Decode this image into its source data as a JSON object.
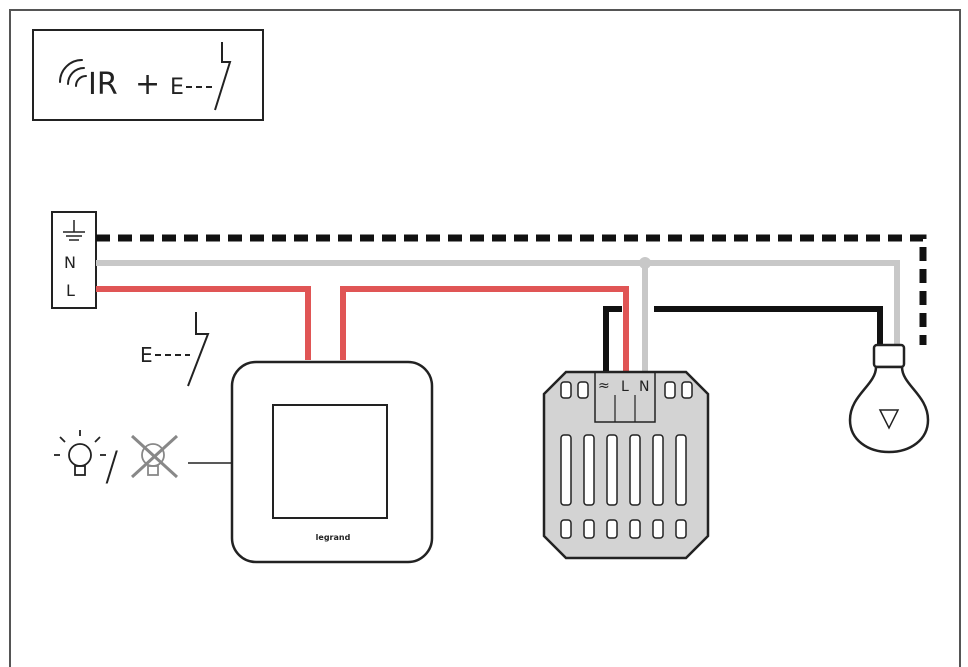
{
  "legend_box": {
    "ir_label": "IR",
    "plus_sign": "+",
    "push_button_label": "E"
  },
  "terminal_block": {
    "earth_symbol": "earth-icon",
    "neutral_label": "N",
    "live_label": "L"
  },
  "push_button": {
    "label": "E"
  },
  "switch_plate": {
    "brand": "legrand"
  },
  "micromodule": {
    "load_symbol": "≈",
    "live_label": "L",
    "neutral_label": "N"
  },
  "lamp_states": {
    "on_icon": "bulb-on-icon",
    "off_icon": "bulb-off-icon",
    "separator": "/"
  },
  "wire_colors": {
    "live": "#e05555",
    "neutral": "#c8c8c8",
    "earth": "#111111",
    "switched": "#111111",
    "device_fill": "#d3d3d3",
    "stroke": "#222222"
  }
}
